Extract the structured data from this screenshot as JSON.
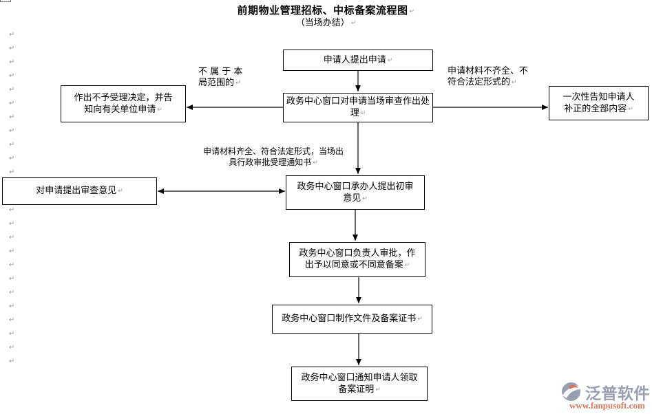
{
  "page": {
    "title": "前期物业管理招标、中标备案流程图",
    "subtitle": "（当场办结）",
    "return_mark": "↵"
  },
  "flowchart": {
    "boxes": {
      "apply": {
        "text": "申请人提出申请"
      },
      "review": {
        "lines": [
          "政务中心窗口对申请当场审查作出处",
          "理"
        ]
      },
      "reject": {
        "lines": [
          "作出不予受理决定，并告",
          "知向有关单位申请"
        ]
      },
      "notify_fix": {
        "lines": [
          "一次性告知申请人",
          "补正的全部内容"
        ]
      },
      "opinion": {
        "text": "对申请提出审查意见"
      },
      "initial_review": {
        "lines": [
          "政务中心窗口承办人提出初审",
          "意见"
        ]
      },
      "approval": {
        "lines": [
          "政务中心窗口负责人审批，作",
          "出予以同意或不同意备案"
        ]
      },
      "make_docs": {
        "text": "政务中心窗口制作文件及备案证书"
      },
      "notify_pickup": {
        "lines": [
          "政务中心窗口通知申请人领取",
          "备案证明"
        ]
      }
    },
    "labels": {
      "out_of_scope": {
        "lines": [
          "不 属 于 本",
          "局范围的"
        ]
      },
      "incomplete": {
        "lines": [
          "申请材料不齐全、不",
          "符合法定形式的"
        ]
      },
      "complete": {
        "lines": [
          "申请材料齐全、符合法定形式，当场出",
          "具行政审批受理通知书"
        ]
      }
    }
  },
  "margin_marks": {
    "glyph": "↵",
    "x": 13,
    "ys": [
      46,
      66,
      86,
      106,
      126,
      146,
      166,
      186,
      206,
      226,
      246,
      301,
      321,
      341,
      361,
      381,
      401,
      421,
      441,
      461,
      481,
      501,
      521
    ]
  },
  "watermark": {
    "brand": "泛普软件",
    "url": "www.fanpusoft.com",
    "brand_color": "#8d96a8",
    "url_color": "#d4694a"
  },
  "colors": {
    "box_border": "#000000",
    "text": "#000000",
    "mark_gray": "#9a9a9a"
  }
}
